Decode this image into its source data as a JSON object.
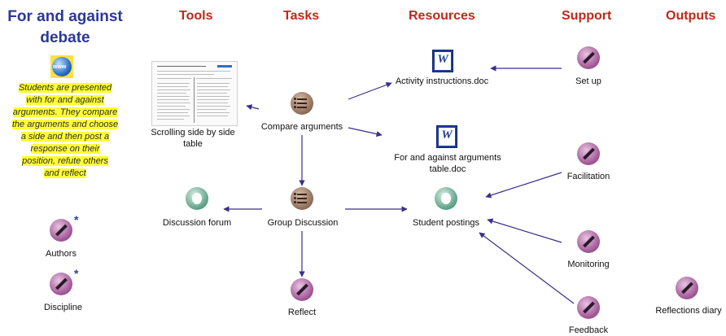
{
  "title": "For and against debate",
  "description": "Students are presented with for and against arguments. They compare the arguments and choose a side and then post a response on their position, refute others and reflect",
  "description_lines": [
    "Students are presented",
    "with for and against",
    "arguments.  They compare",
    "the arguments and choose",
    "a side and  then post a",
    "response on their",
    "position, refute others",
    "and reflect"
  ],
  "columns": {
    "tools": "Tools",
    "tasks": "Tasks",
    "resources": "Resources",
    "support": "Support",
    "outputs": "Outputs"
  },
  "left": {
    "authors": "Authors",
    "discipline": "Discipline",
    "star": "*"
  },
  "tools": {
    "scrolling_line1": "Scrolling side by side",
    "scrolling_line2": "table",
    "discussion_forum": "Discussion forum"
  },
  "tasks": {
    "compare": "Compare arguments",
    "group": "Group Discussion",
    "reflect": "Reflect"
  },
  "resources": {
    "activity": "Activity instructions.doc",
    "for_against_line1": "For and against arguments",
    "for_against_line2": "table.doc",
    "postings": "Student postings",
    "word_letter": "W"
  },
  "support": {
    "setup": "Set up",
    "facilitation": "Facilitation",
    "monitoring": "Monitoring",
    "feedback": "Feedback"
  },
  "outputs": {
    "reflections": "Reflections diary"
  },
  "icons": {
    "globe": "globe-icon",
    "task": "list-icon",
    "tool": "forum-icon",
    "support": "pen-icon",
    "resource": "word-doc-icon"
  },
  "colors": {
    "title": "#2b3896",
    "column_header": "#c0281a",
    "arrow": "#3a2f8c",
    "highlight": "#ffff33"
  }
}
